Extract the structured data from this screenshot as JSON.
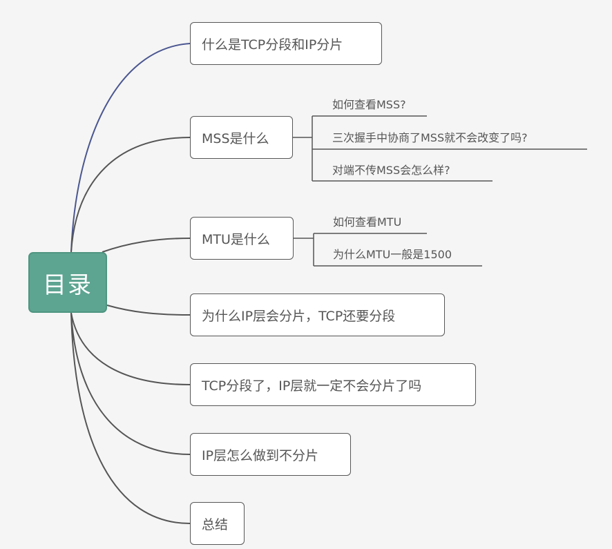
{
  "root": {
    "label": "目录"
  },
  "topics": [
    {
      "label": "什么是TCP分段和IP分片"
    },
    {
      "label": "MSS是什么",
      "children": [
        "如何查看MSS?",
        "三次握手中协商了MSS就不会改变了吗?",
        "对端不传MSS会怎么样?"
      ]
    },
    {
      "label": "MTU是什么",
      "children": [
        "如何查看MTU",
        "为什么MTU一般是1500"
      ]
    },
    {
      "label": "为什么IP层会分片，TCP还要分段"
    },
    {
      "label": "TCP分段了，IP层就一定不会分片了吗"
    },
    {
      "label": "IP层怎么做到不分片"
    },
    {
      "label": "总结"
    }
  ],
  "colors": {
    "root_fill": "#5da491",
    "first_branch": "#4a5690",
    "branch": "#555555",
    "text": "#555555"
  }
}
